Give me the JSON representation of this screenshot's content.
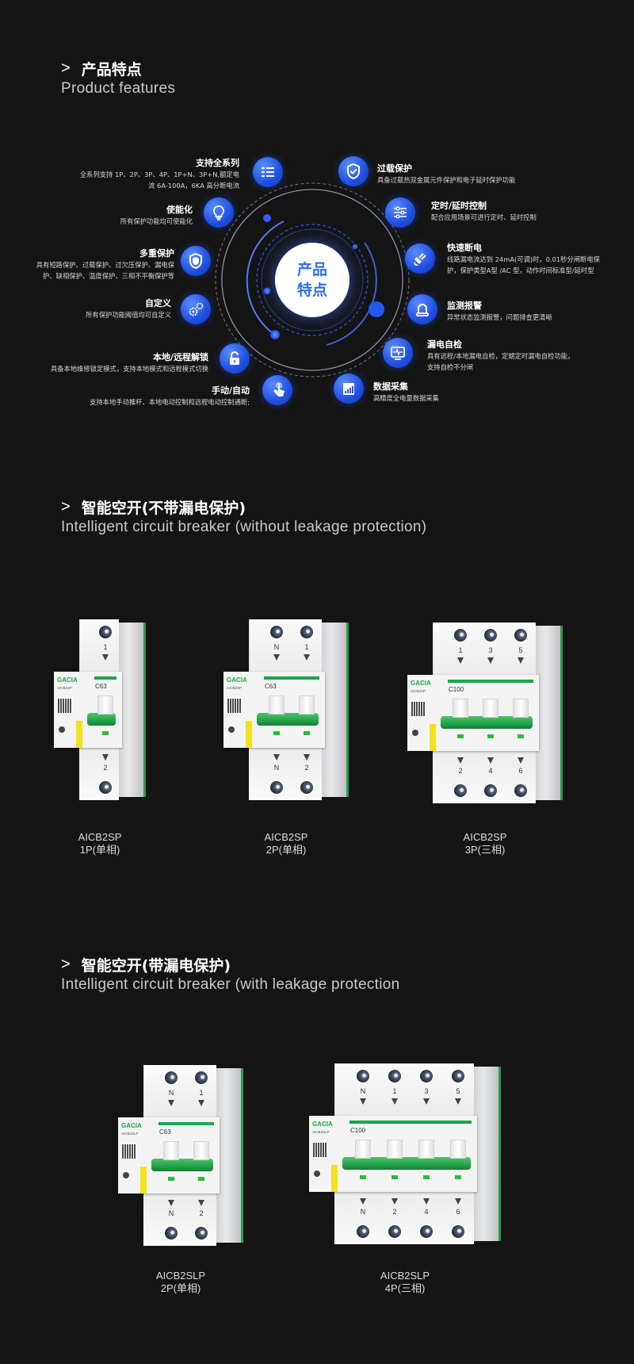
{
  "features_section": {
    "chevron": ">",
    "title_cn": "产品特点",
    "title_en": "Product features",
    "center_lines": [
      "产品",
      "特点"
    ],
    "left_items": [
      {
        "title": "支持全系列",
        "desc": [
          "全系列支持 1P、2P、3P、4P、1P+N、3P+N,额定电",
          "流 6A-100A，6KA 高分断电流"
        ],
        "icon": "checklist-icon"
      },
      {
        "title": "使能化",
        "desc": [
          "所有保护功能均可使能化"
        ],
        "icon": "lightbulb-icon"
      },
      {
        "title": "多重保护",
        "desc": [
          "具有短路保护、过载保护、过欠压保护、漏电保",
          "护、缺相保护、温度保护、三相不平衡保护等"
        ],
        "icon": "shield-icon"
      },
      {
        "title": "自定义",
        "desc": [
          "所有保护功能阈值均可自定义"
        ],
        "icon": "gears-icon"
      },
      {
        "title": "本地/远程解锁",
        "desc": [
          "具备本地维修锁定模式，支持本地模式和远程模式切换"
        ],
        "icon": "unlock-icon"
      },
      {
        "title": "手动/自动",
        "desc": [
          "支持本地手动推杆、本地电动控制和远程电动控制通断;"
        ],
        "icon": "hand-pointer-icon"
      }
    ],
    "right_items": [
      {
        "title": "过载保护",
        "desc": [
          "具备过载热双金属元件保护和电子延时保护功能"
        ],
        "icon": "shield-check-icon"
      },
      {
        "title": "定时/延时控制",
        "desc": [
          "配合应用场景可进行定时、延时控制"
        ],
        "icon": "sliders-icon"
      },
      {
        "title": "快速断电",
        "desc": [
          "线路漏电流达到 24mA(可调)时，0.01秒分闸断电保",
          "护，保护类型A型 /AC 型，动作时间标准型/延时型"
        ],
        "icon": "plug-icon"
      },
      {
        "title": "监测报警",
        "desc": [
          "异常状态监测报警，问题排查更清晰"
        ],
        "icon": "alarm-icon"
      },
      {
        "title": "漏电自检",
        "desc": [
          "具有远程/本地漏电自检，定期定时漏电自检功能，",
          "支持自检不分闸"
        ],
        "icon": "monitor-pulse-icon"
      },
      {
        "title": "数据采集",
        "desc": [
          "高精度全电量数据采集"
        ],
        "icon": "bar-chart-icon"
      }
    ]
  },
  "section_no_leakage": {
    "chevron": ">",
    "title_cn": "智能空开(不带漏电保护)",
    "title_en": "Intelligent circuit breaker (without leakage protection)",
    "products": [
      {
        "model": "AICB2SP",
        "variant": "1P(单相)",
        "brand": "GACIA",
        "code": "AICB2SP",
        "rating": "C63",
        "top": [
          "1"
        ],
        "bottom": [
          "2"
        ]
      },
      {
        "model": "AICB2SP",
        "variant": "2P(单相)",
        "brand": "GACIA",
        "code": "AICB2SP",
        "rating": "C63",
        "top": [
          "N",
          "1"
        ],
        "bottom": [
          "N",
          "2"
        ]
      },
      {
        "model": "AICB2SP",
        "variant": "3P(三相)",
        "brand": "GACIA",
        "code": "AICB2SP",
        "rating": "C100",
        "top": [
          "1",
          "3",
          "5"
        ],
        "bottom": [
          "2",
          "4",
          "6"
        ]
      }
    ]
  },
  "section_leakage": {
    "chevron": ">",
    "title_cn": "智能空开(带漏电保护)",
    "title_en": "Intelligent circuit breaker (with leakage protection",
    "products": [
      {
        "model": "AICB2SLP",
        "variant": "2P(单相)",
        "brand": "GACIA",
        "code": "AICB2SLP",
        "rating": "C63",
        "top": [
          "N",
          "1"
        ],
        "bottom": [
          "N",
          "2"
        ]
      },
      {
        "model": "AICB2SLP",
        "variant": "4P(三相)",
        "brand": "GACIA",
        "code": "AICB2SLP",
        "rating": "C100",
        "top": [
          "N",
          "1",
          "3",
          "5"
        ],
        "bottom": [
          "N",
          "2",
          "4",
          "6"
        ]
      }
    ]
  },
  "colors": {
    "background": "#141414",
    "accent_blue": "#2458f0",
    "brand_green": "#1aa64a",
    "handle_green": "#2fb552"
  }
}
